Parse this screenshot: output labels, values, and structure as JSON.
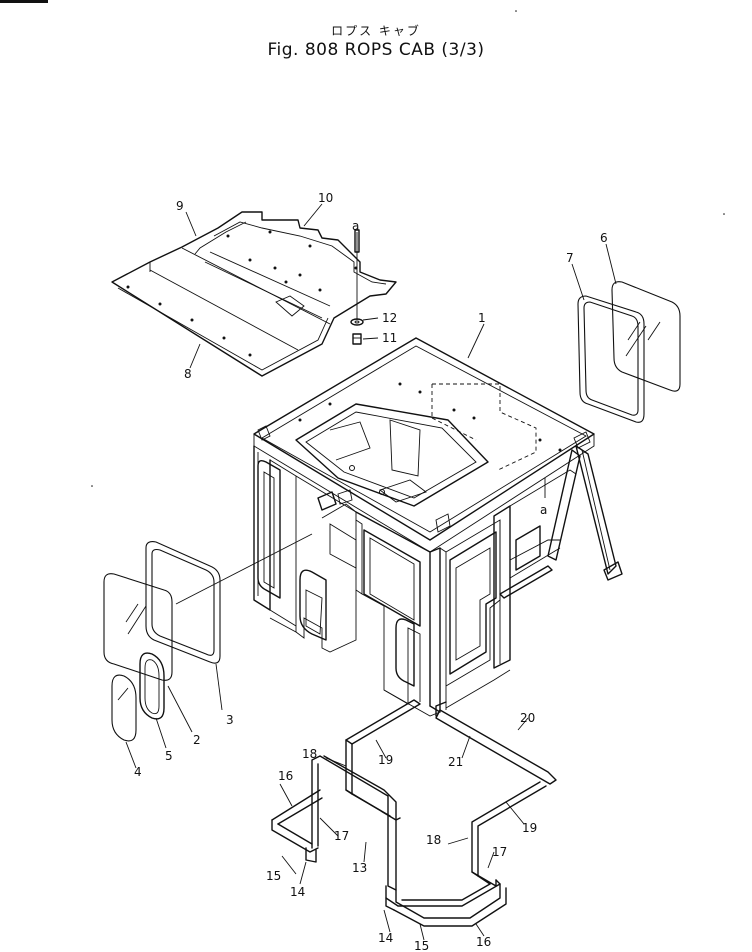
{
  "header": {
    "title_jp": "ロプス キャブ",
    "title_en": "Fig. 808   ROPS CAB (3/3)"
  },
  "part_labels": [
    {
      "id": "label-1",
      "text": "1"
    },
    {
      "id": "label-2",
      "text": "2"
    },
    {
      "id": "label-3",
      "text": "3"
    },
    {
      "id": "label-4",
      "text": "4"
    },
    {
      "id": "label-5",
      "text": "5"
    },
    {
      "id": "label-6",
      "text": "6"
    },
    {
      "id": "label-7",
      "text": "7"
    },
    {
      "id": "label-8",
      "text": "8"
    },
    {
      "id": "label-9",
      "text": "9"
    },
    {
      "id": "label-10",
      "text": "10"
    },
    {
      "id": "label-11",
      "text": "11"
    },
    {
      "id": "label-12",
      "text": "12"
    },
    {
      "id": "label-13",
      "text": "13"
    },
    {
      "id": "label-14a",
      "text": "14"
    },
    {
      "id": "label-14b",
      "text": "14"
    },
    {
      "id": "label-15a",
      "text": "15"
    },
    {
      "id": "label-15b",
      "text": "15"
    },
    {
      "id": "label-16a",
      "text": "16"
    },
    {
      "id": "label-16b",
      "text": "16"
    },
    {
      "id": "label-17a",
      "text": "17"
    },
    {
      "id": "label-17b",
      "text": "17"
    },
    {
      "id": "label-18a",
      "text": "18"
    },
    {
      "id": "label-18b",
      "text": "18"
    },
    {
      "id": "label-19a",
      "text": "19"
    },
    {
      "id": "label-19b",
      "text": "19"
    },
    {
      "id": "label-20",
      "text": "20"
    },
    {
      "id": "label-21",
      "text": "21"
    },
    {
      "id": "label-a1",
      "text": "a"
    },
    {
      "id": "label-a2",
      "text": "a"
    }
  ]
}
